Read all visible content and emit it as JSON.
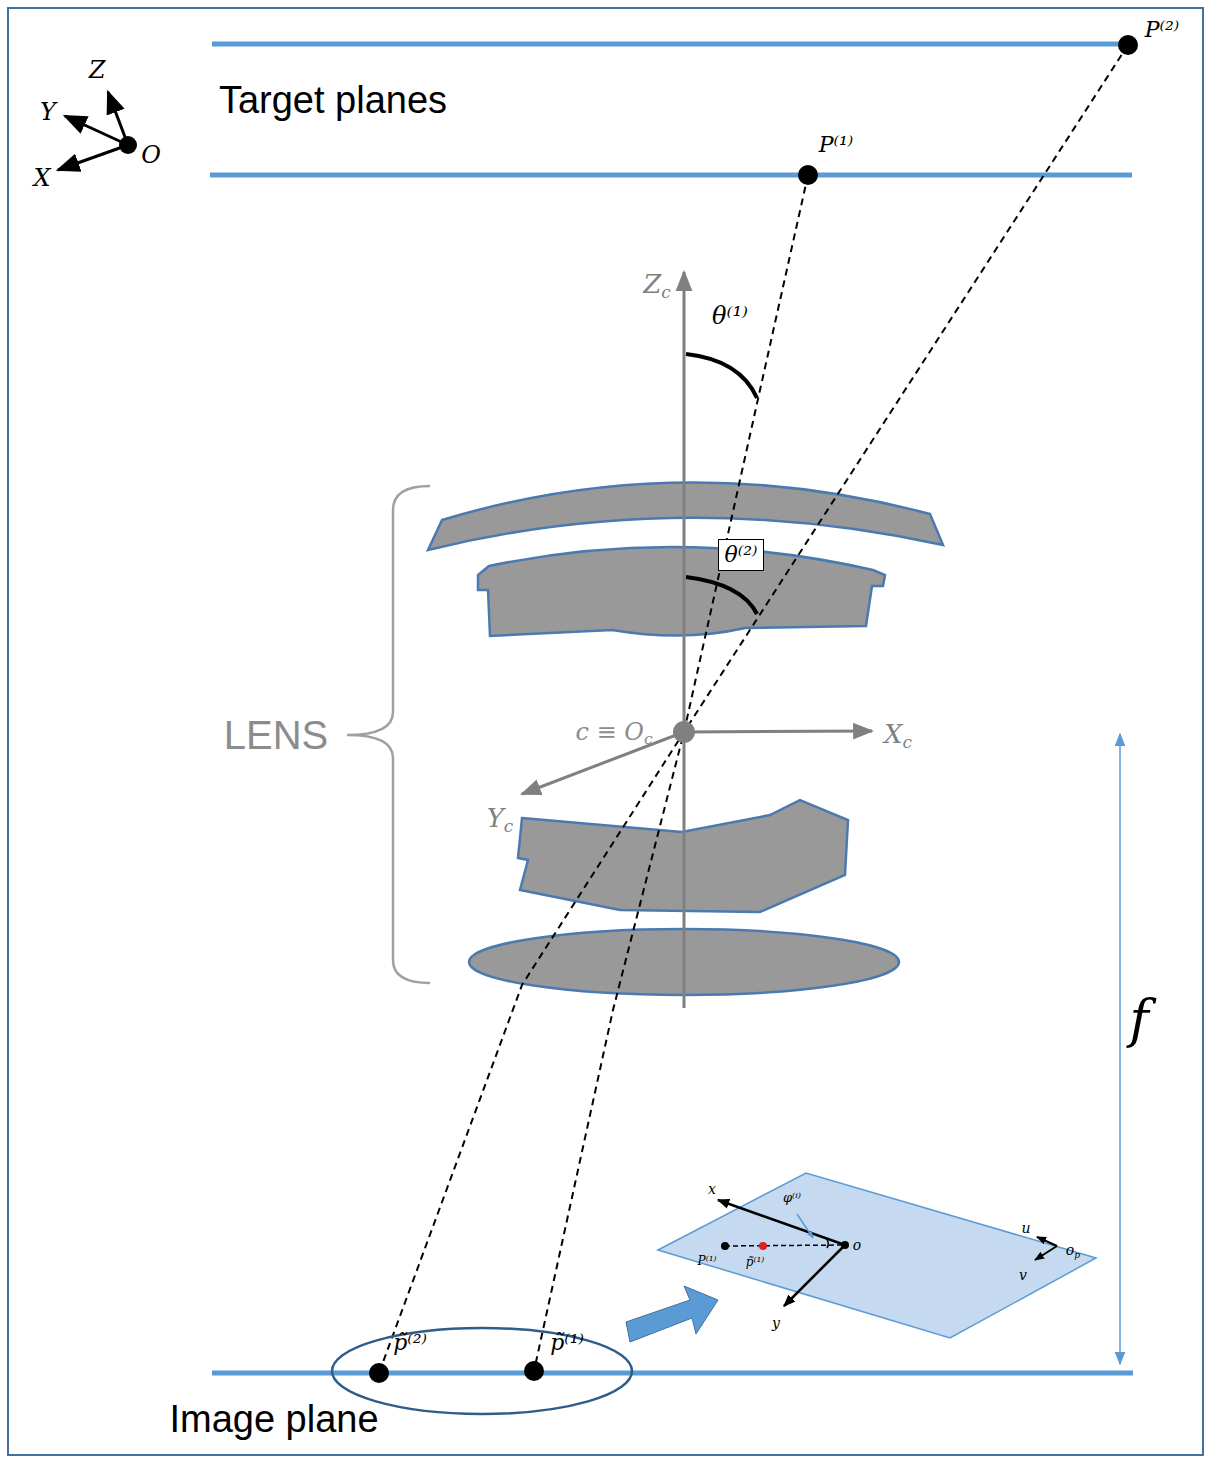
{
  "diagram": {
    "nodes": [
      {
        "text": [
          "θ⁽²⁾"
        ]
      }
    ],
    "labels": [
      "Z",
      "Y",
      "X",
      "O",
      "Target planes",
      "P⁽²⁾",
      "P⁽¹⁾",
      "Zc",
      "θ⁽¹⁾",
      "LENS",
      "c ≡ Oc",
      "Xc",
      "Yc",
      "f",
      "x",
      "φ⁽ⁱ⁾",
      "P⁽¹⁾",
      "p̃⁽¹⁾",
      "o",
      "u",
      "op",
      "v",
      "y",
      "p̃⁽²⁾",
      "p̃⁽¹⁾",
      "Image plane"
    ]
  }
}
